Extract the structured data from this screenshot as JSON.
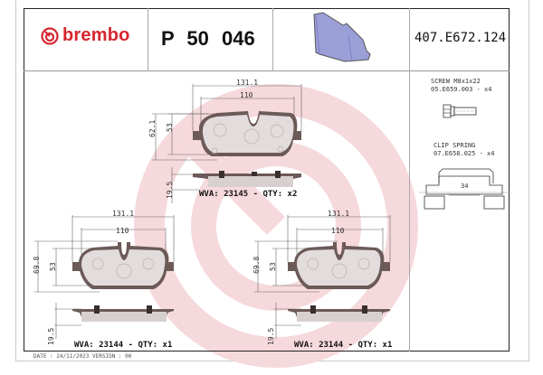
{
  "header": {
    "brand": "brembo",
    "part_number": "P 50 046",
    "reference": "407.E672.124",
    "brand_color": "#d7262f"
  },
  "drawings": [
    {
      "id": "top",
      "width_overall": "131.1",
      "width_inner": "110",
      "height_overall": "62.1",
      "height_pad": "53",
      "thickness": "19.5",
      "label": "WVA: 23145 - QTY: x2"
    },
    {
      "id": "bottom-left",
      "width_overall": "131.1",
      "width_inner": "110",
      "height_overall": "69.8",
      "height_pad": "53",
      "thickness": "19.5",
      "label": "WVA: 23144 - QTY: x1"
    },
    {
      "id": "bottom-right",
      "width_overall": "131.1",
      "width_inner": "110",
      "height_overall": "69.8",
      "height_pad": "53",
      "thickness": "19.5",
      "label": "WVA: 23144 - QTY: x1"
    }
  ],
  "accessories": {
    "screw": {
      "name": "SCREW M8x1x22",
      "code": "05.E659.003 - x4"
    },
    "clip": {
      "name": "CLIP SPRING",
      "code": "07.E658.025 - x4",
      "dimension": "34"
    }
  },
  "footer": {
    "text": "DATE : 24/11/2023 VERSION : 00"
  },
  "colors": {
    "pad_fill": "#e3dcdc",
    "backplate": "#6b5a58",
    "product_image": "#9b9fd8"
  }
}
